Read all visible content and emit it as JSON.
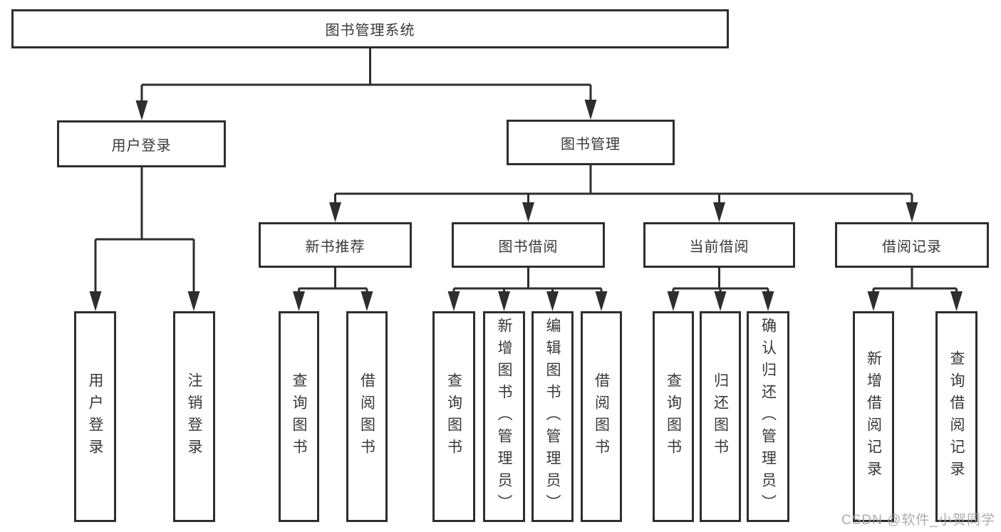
{
  "tree": {
    "root": {
      "label": "图书管理系统",
      "children": [
        {
          "label": "用户登录",
          "children": [
            {
              "label": "用户登录"
            },
            {
              "label": "注销登录"
            }
          ]
        },
        {
          "label": "图书管理",
          "children": [
            {
              "label": "新书推荐",
              "children": [
                {
                  "label": "查询图书"
                },
                {
                  "label": "借阅图书"
                }
              ]
            },
            {
              "label": "图书借阅",
              "children": [
                {
                  "label": "查询图书"
                },
                {
                  "label": "新增图书（管理员）"
                },
                {
                  "label": "编辑图书（管理员）"
                },
                {
                  "label": "借阅图书"
                }
              ]
            },
            {
              "label": "当前借阅",
              "children": [
                {
                  "label": "查询图书"
                },
                {
                  "label": "归还图书"
                },
                {
                  "label": "确认归还（管理员）"
                }
              ]
            },
            {
              "label": "借阅记录",
              "children": [
                {
                  "label": "新增借阅记录"
                },
                {
                  "label": "查询借阅记录"
                }
              ]
            }
          ]
        }
      ]
    }
  },
  "watermark": "CSDN @软件_小贺同学",
  "colors": {
    "line": "#2e2e2e",
    "box_border": "#2e2e2e",
    "text": "#383838",
    "watermark": "#9e9e9e",
    "background": "#ffffff"
  }
}
